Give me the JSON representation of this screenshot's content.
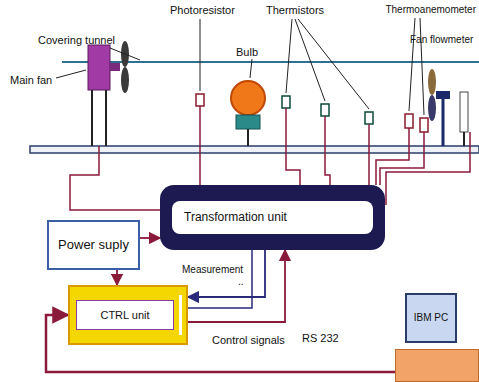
{
  "diagram": {
    "nodes": [
      {
        "text": [
          "Transformation unit"
        ]
      },
      {
        "text": [
          "Power suply"
        ]
      },
      {
        "text": [
          "CTRL unit"
        ]
      },
      {
        "text": [
          "IBM PC"
        ]
      }
    ],
    "edges": [
      {
        "from": 1,
        "to": 0,
        "arrow": "to"
      },
      {
        "from": 1,
        "to": 2,
        "arrow": "to"
      },
      {
        "from": 0,
        "to": 2,
        "arrow": "to"
      },
      {
        "from": 2,
        "to": 0,
        "arrow": "to"
      },
      {
        "from": 3,
        "to": 2,
        "arrow": "to"
      }
    ],
    "labels": [
      "Photoresistor",
      "Thermistors",
      "Thermoanemometer",
      "Covering tunnel",
      "Main fan",
      "Bulb",
      "Fan flowmeter",
      "Measurement",
      "..",
      "Control signals",
      "RS 232"
    ]
  }
}
